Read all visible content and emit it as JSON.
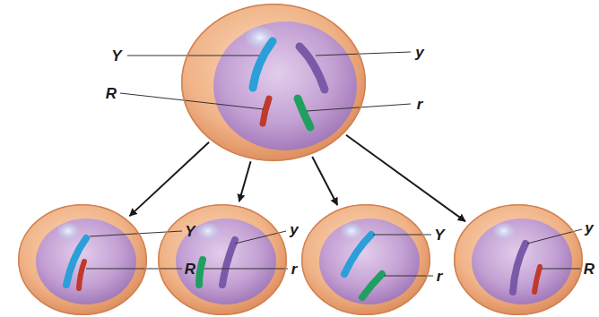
{
  "diagram": {
    "nodes": [
      {
        "text": [
          "Y",
          "y",
          "R",
          "r"
        ]
      },
      {
        "text": [
          "Y",
          "R"
        ]
      },
      {
        "text": [
          "y",
          "r"
        ]
      },
      {
        "text": [
          "Y",
          "r"
        ]
      },
      {
        "text": [
          "y",
          "R"
        ]
      }
    ],
    "edges": [
      {
        "from": 0,
        "to": 1,
        "arrow": "to"
      },
      {
        "from": 0,
        "to": 2,
        "arrow": "to"
      },
      {
        "from": 0,
        "to": 3,
        "arrow": "to"
      },
      {
        "from": 0,
        "to": 4,
        "arrow": "to"
      }
    ]
  }
}
